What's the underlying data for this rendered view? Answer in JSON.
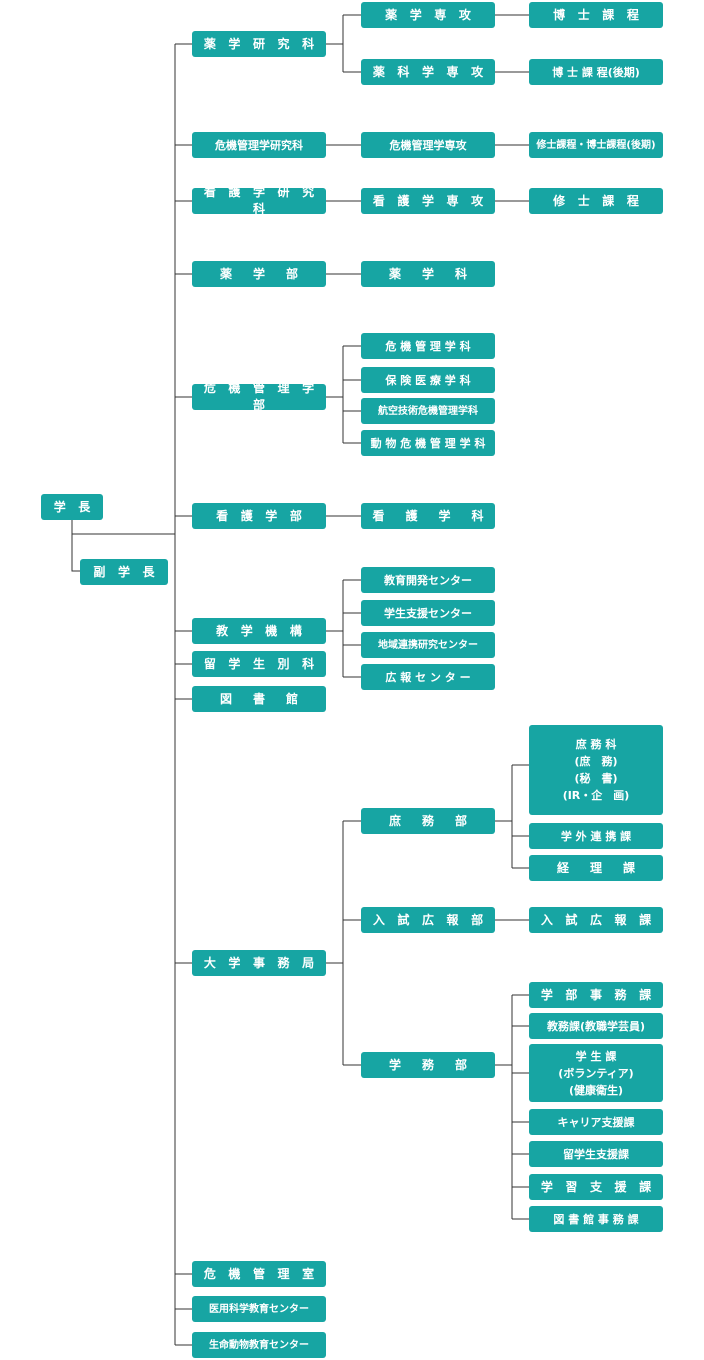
{
  "org": {
    "president": "学 長",
    "vice_president": "副 学 長",
    "pharm_grad": "薬 学 研 究 科",
    "pharm_major": "薬 学 専 攻",
    "pharm_doctor": "博 士 課 程",
    "pharmsci_major": "薬 科 学 専 攻",
    "pharmsci_doctor": "博 士 課 程(後期)",
    "crisis_grad": "危機管理学研究科",
    "crisis_major": "危機管理学専攻",
    "crisis_course": "修士課程・博士課程(後期)",
    "nurse_grad": "看 護 学 研 究 科",
    "nurse_major": "看 護 学 専 攻",
    "nurse_master": "修 士 課 程",
    "pharm_faculty": "薬 学 部",
    "pharm_dept": "薬 学 科",
    "crisis_faculty": "危 機 管 理 学 部",
    "crisis_dept": "危 機 管 理 学 科",
    "hazard_dept": "保 険 医 療 学 科",
    "aviation_dept": "航空技術危機管理学科",
    "animal_dept": "動 物 危 機 管 理 学 科",
    "nurse_faculty": "看 護 学 部",
    "nurse_dept": "看 護 学 科",
    "education_org": "教 学 機 構",
    "ed_dev_center": "教育開発センター",
    "student_support_center": "学生支援センター",
    "regional_center": "地域連携研究センター",
    "pr_center": "広 報 セ ン タ ー",
    "intl_course": "留 学 生 別 科",
    "library": "図 書 館",
    "admin_bureau": "大 学 事 務 局",
    "general_affairs": "庶 務 部",
    "general_section": "庶 務 科\n(庶　務)\n(秘　書)\n(IR・企　画)",
    "external_relations": "学 外 連 携 課",
    "accounting": "経 理 課",
    "admissions_pr": "入 試 広 報 部",
    "admissions_pr_section": "入 試 広 報 課",
    "academic_affairs": "学 務 部",
    "faculty_office": "学 部 事 務 課",
    "academic_section": "教務課(教職学芸員)",
    "student_section": "学 生 課\n(ボランティア)\n(健康衛生)",
    "career_support": "キャリア支援課",
    "intl_support": "留学生支援課",
    "learning_support": "学 習 支 援 課",
    "library_office": "図 書 館 事 務 課",
    "crisis_office": "危 機 管 理 室",
    "medsci_center": "医用科学教育センター",
    "animal_center": "生命動物教育センター"
  }
}
